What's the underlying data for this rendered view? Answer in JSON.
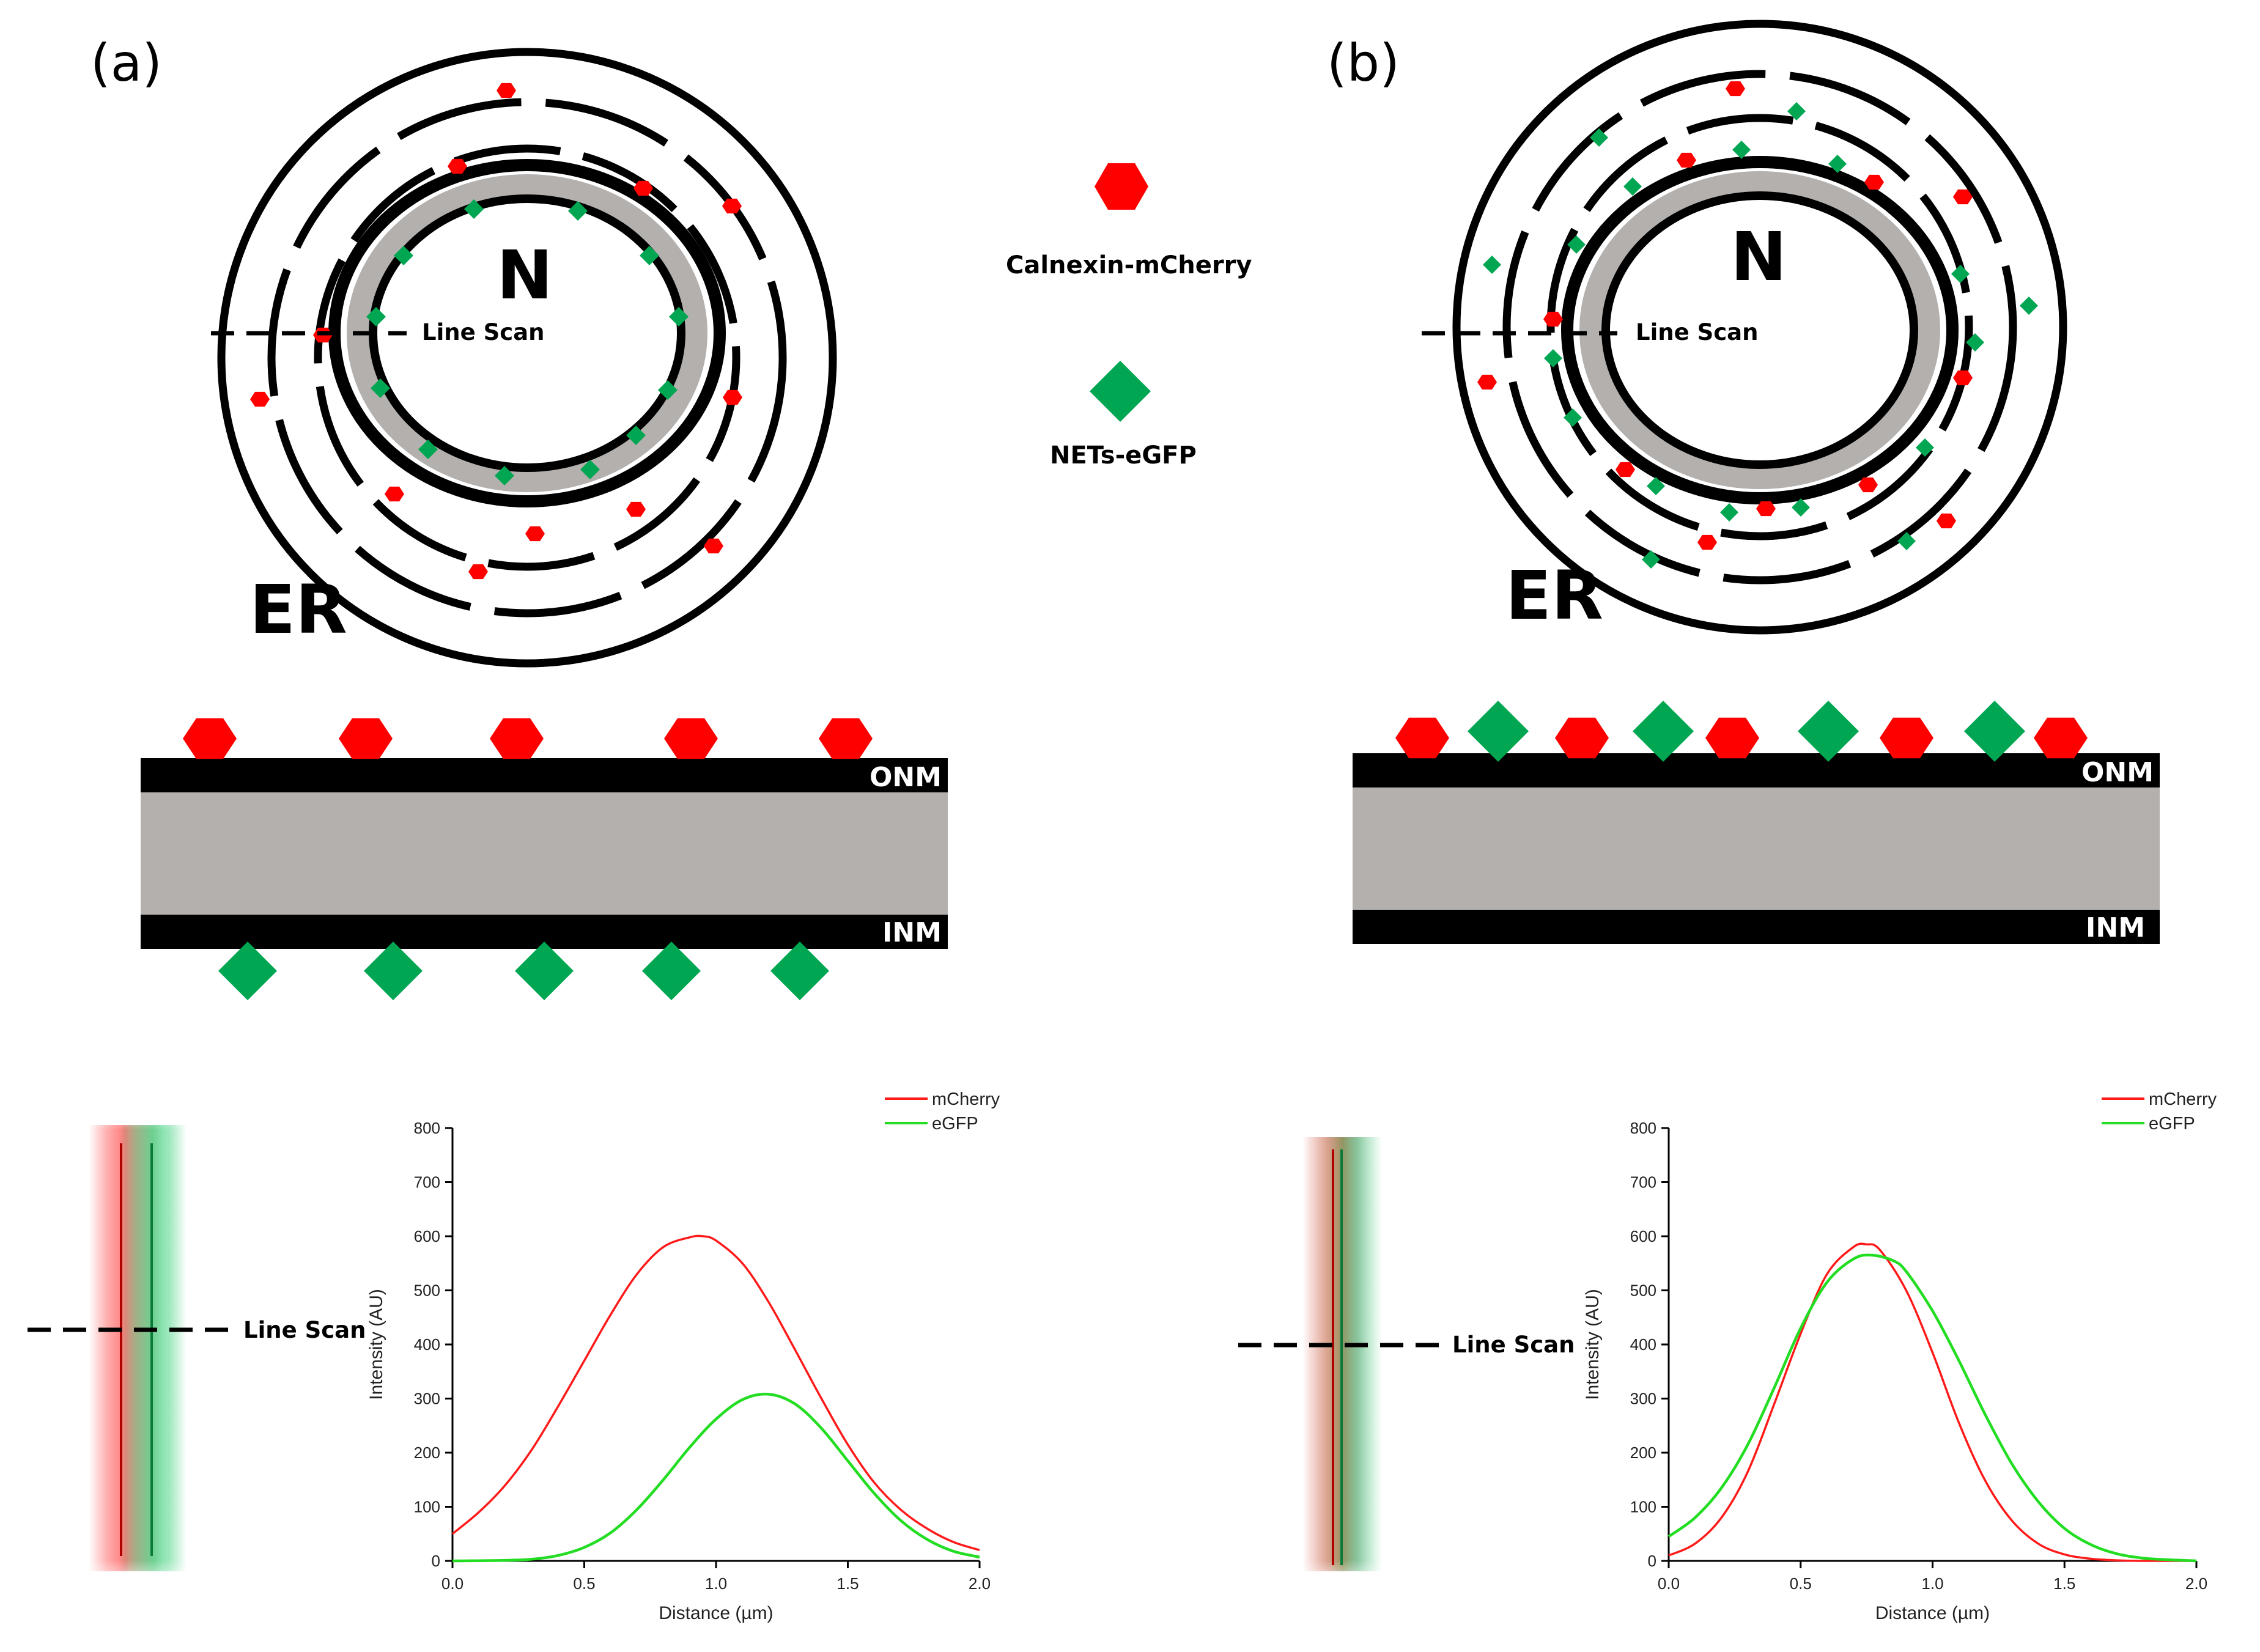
{
  "panels": {
    "a": {
      "label": "(a)",
      "nucleus": "N",
      "er": "ER",
      "line_scan": "Line Scan",
      "onm": "ONM",
      "inm": "INM",
      "profile_scan": "Line Scan"
    },
    "b": {
      "label": "(b)",
      "nucleus": "N",
      "er": "ER",
      "line_scan": "Line Scan",
      "onm": "ONM",
      "inm": "INM",
      "profile_scan": "Line Scan"
    }
  },
  "legend": {
    "calnexin": {
      "label": "Calnexin-mCherry",
      "color": "#ff0000",
      "icon": "hexagon-icon"
    },
    "nets": {
      "label": "NETs-eGFP",
      "color": "#00a651",
      "icon": "diamond-icon"
    }
  },
  "colors": {
    "membrane": "#000000",
    "lumen": "#b3b0ae",
    "mcherry_line": "#ff1a1a",
    "egfp_line": "#22dd22"
  },
  "chart_data": [
    {
      "type": "line",
      "panel": "a",
      "xlabel": "Distance (µm)",
      "ylabel": "Intensity (AU)",
      "xlim": [
        0.0,
        2.0
      ],
      "ylim": [
        0,
        800
      ],
      "xticks": [
        "0.0",
        "0.5",
        "1.0",
        "1.5",
        "2.0"
      ],
      "yticks": [
        "0",
        "100",
        "200",
        "300",
        "400",
        "500",
        "600",
        "700",
        "800"
      ],
      "legend_position": "top-right",
      "series": [
        {
          "name": "mCherry",
          "color": "#ff1a1a",
          "x": [
            0.0,
            0.1,
            0.2,
            0.3,
            0.4,
            0.5,
            0.6,
            0.7,
            0.8,
            0.9,
            0.95,
            1.0,
            1.1,
            1.2,
            1.3,
            1.4,
            1.5,
            1.6,
            1.7,
            1.8,
            1.9,
            2.0
          ],
          "y": [
            50,
            90,
            140,
            205,
            285,
            370,
            455,
            530,
            580,
            598,
            600,
            592,
            550,
            478,
            390,
            300,
            215,
            145,
            95,
            60,
            35,
            20
          ]
        },
        {
          "name": "eGFP",
          "color": "#22dd22",
          "x": [
            0.0,
            0.2,
            0.3,
            0.4,
            0.5,
            0.6,
            0.7,
            0.8,
            0.9,
            1.0,
            1.1,
            1.2,
            1.3,
            1.4,
            1.5,
            1.6,
            1.7,
            1.8,
            1.9,
            2.0
          ],
          "y": [
            0,
            1,
            3,
            10,
            25,
            52,
            95,
            150,
            210,
            262,
            298,
            308,
            290,
            245,
            185,
            125,
            75,
            40,
            18,
            7
          ]
        }
      ]
    },
    {
      "type": "line",
      "panel": "b",
      "xlabel": "Distance (µm)",
      "ylabel": "Intensity (AU)",
      "xlim": [
        0.0,
        2.0
      ],
      "ylim": [
        0,
        800
      ],
      "xticks": [
        "0.0",
        "0.5",
        "1.0",
        "1.5",
        "2.0"
      ],
      "yticks": [
        "0",
        "100",
        "200",
        "300",
        "400",
        "500",
        "600",
        "700",
        "800"
      ],
      "legend_position": "top-right",
      "series": [
        {
          "name": "mCherry",
          "color": "#ff1a1a",
          "x": [
            0.0,
            0.1,
            0.2,
            0.3,
            0.4,
            0.5,
            0.6,
            0.7,
            0.75,
            0.8,
            0.9,
            1.0,
            1.1,
            1.2,
            1.3,
            1.4,
            1.5,
            1.6,
            1.7,
            1.8,
            2.0
          ],
          "y": [
            10,
            32,
            80,
            165,
            290,
            420,
            530,
            580,
            585,
            575,
            500,
            385,
            255,
            148,
            75,
            32,
            12,
            4,
            1,
            0,
            0
          ]
        },
        {
          "name": "eGFP",
          "color": "#22dd22",
          "x": [
            0.0,
            0.1,
            0.2,
            0.3,
            0.4,
            0.5,
            0.6,
            0.7,
            0.77,
            0.85,
            0.9,
            1.0,
            1.1,
            1.2,
            1.3,
            1.4,
            1.5,
            1.6,
            1.7,
            1.8,
            1.9,
            2.0
          ],
          "y": [
            45,
            80,
            135,
            215,
            320,
            430,
            515,
            558,
            565,
            555,
            535,
            462,
            370,
            270,
            180,
            110,
            60,
            30,
            13,
            5,
            2,
            0
          ]
        }
      ]
    }
  ]
}
